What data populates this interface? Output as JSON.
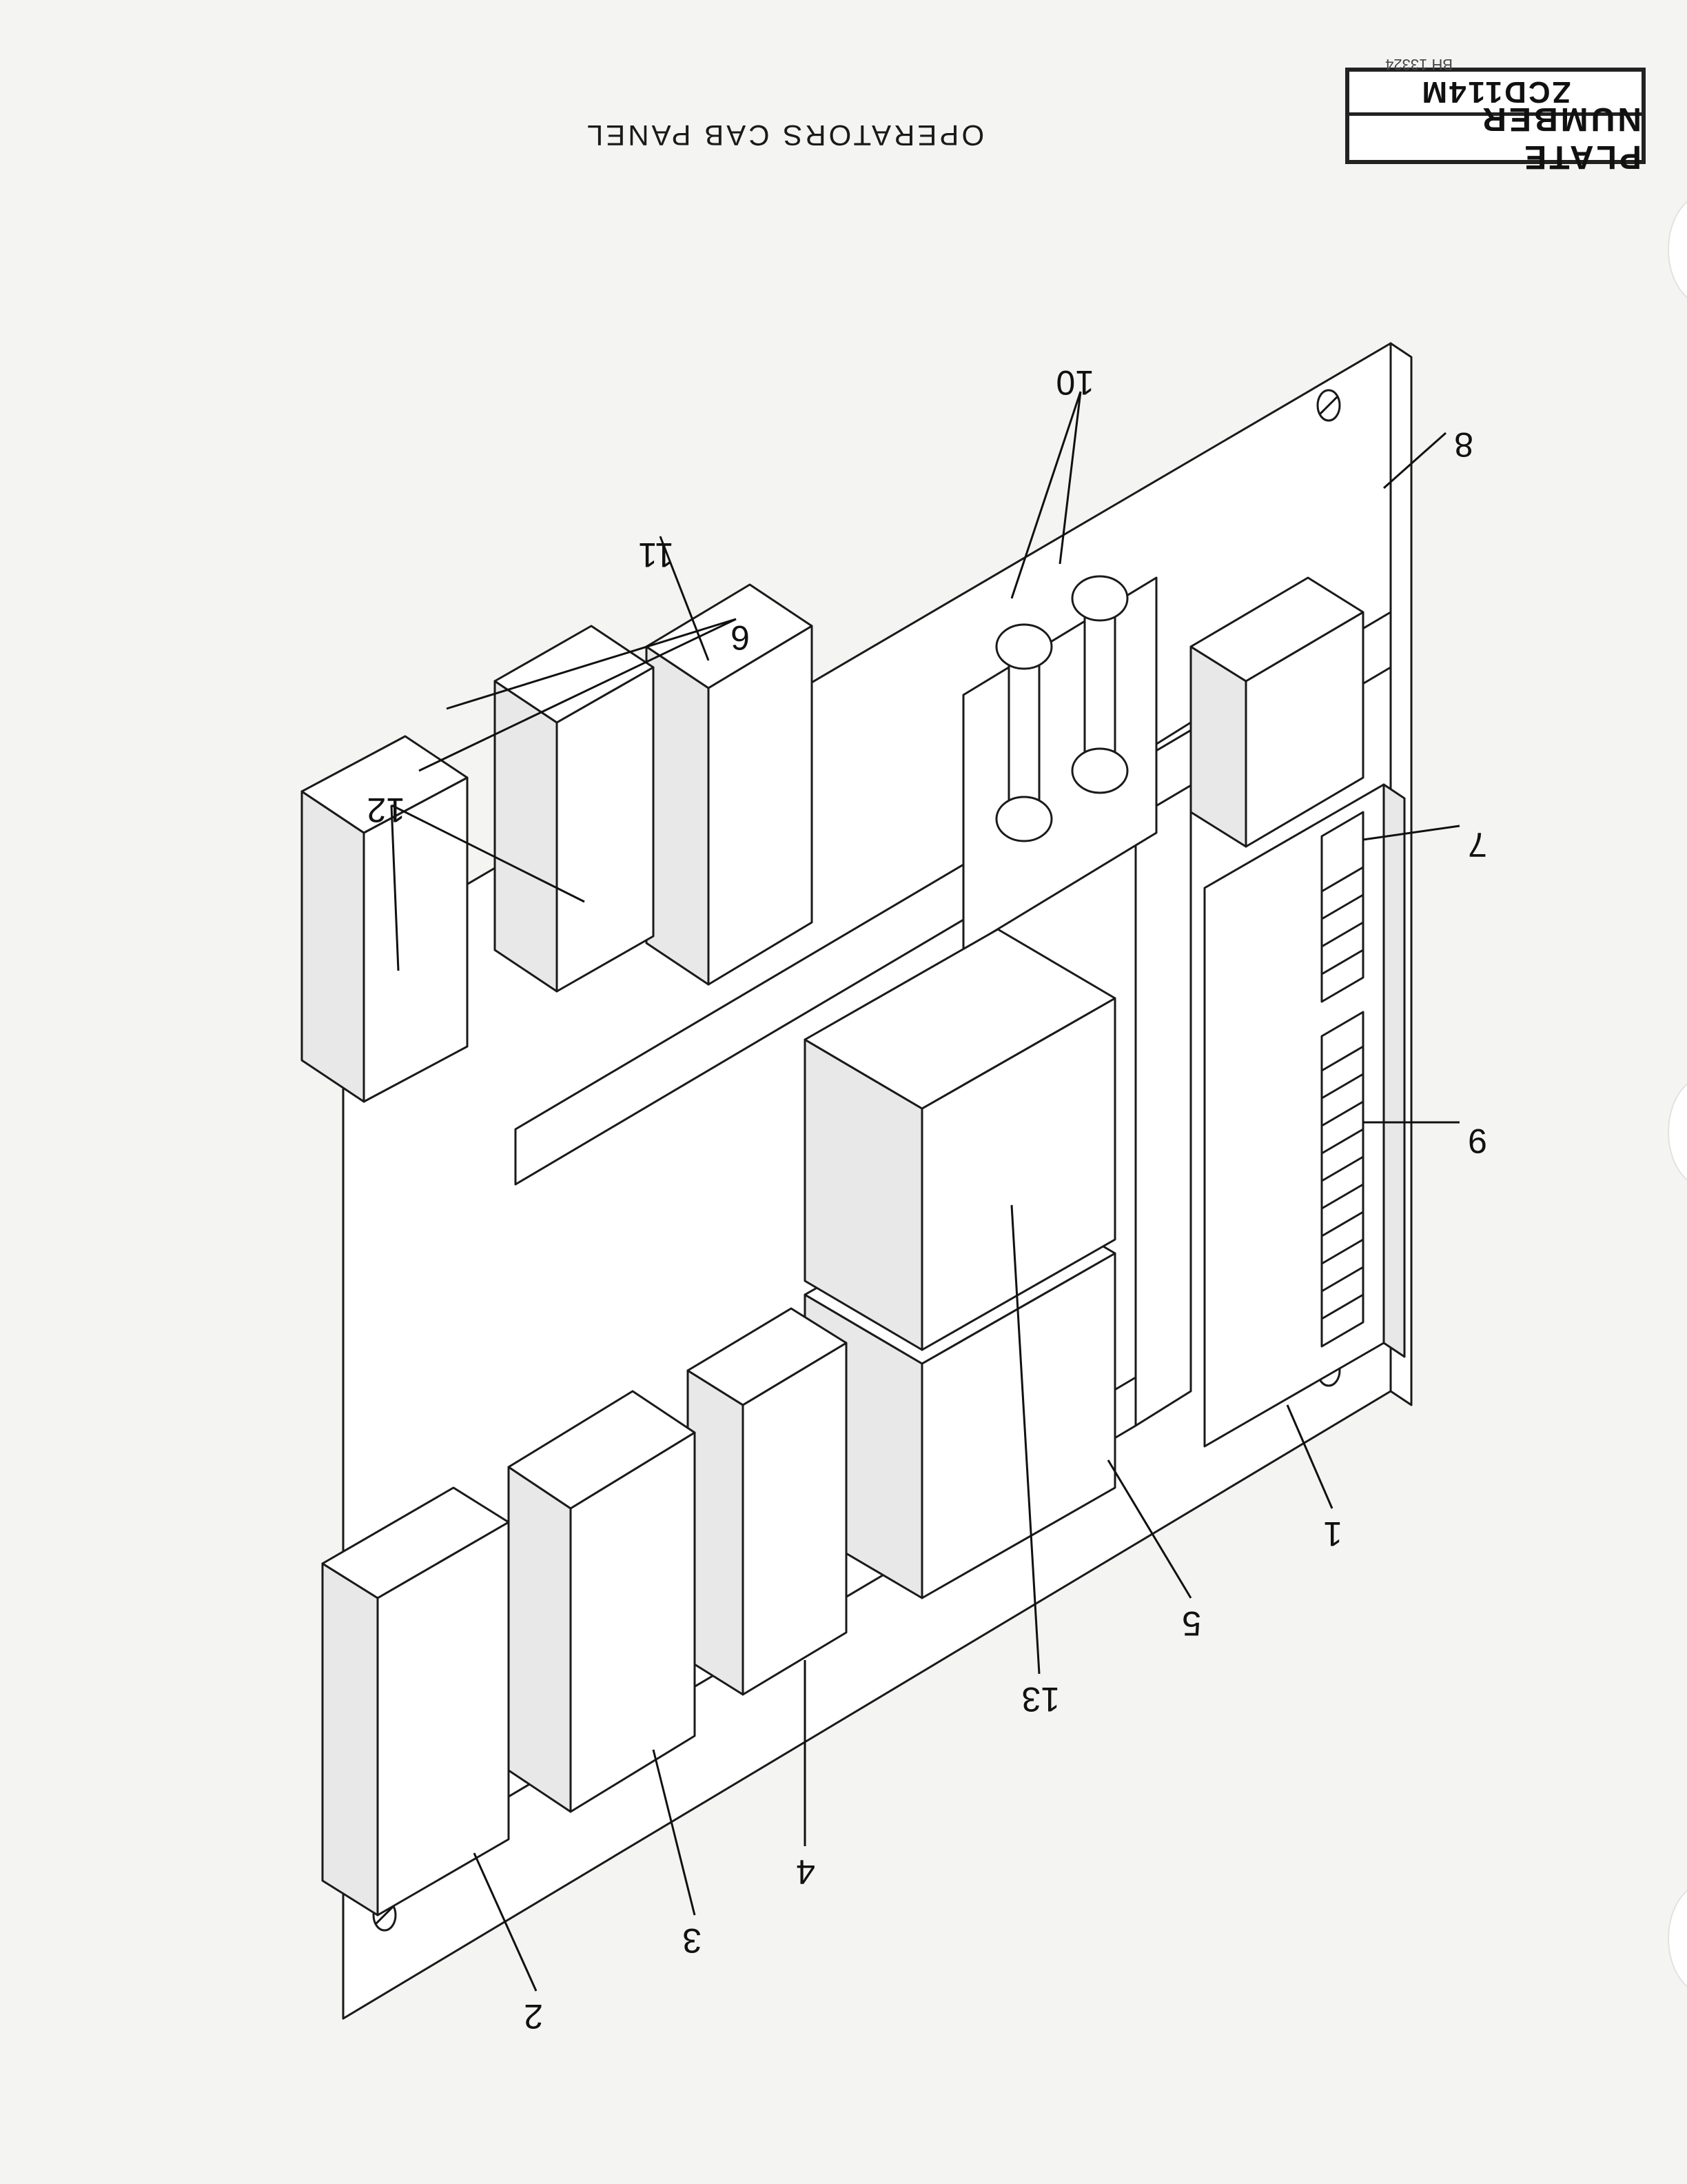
{
  "title": "OPERATORS CAB PANEL",
  "plate": {
    "header": "PLATE NUMBER",
    "value": "ZCD114M",
    "ref": "BH 13324"
  },
  "callouts": [
    "1",
    "2",
    "3",
    "4",
    "5",
    "6",
    "7",
    "8",
    "9",
    "10",
    "11",
    "12",
    "13"
  ]
}
